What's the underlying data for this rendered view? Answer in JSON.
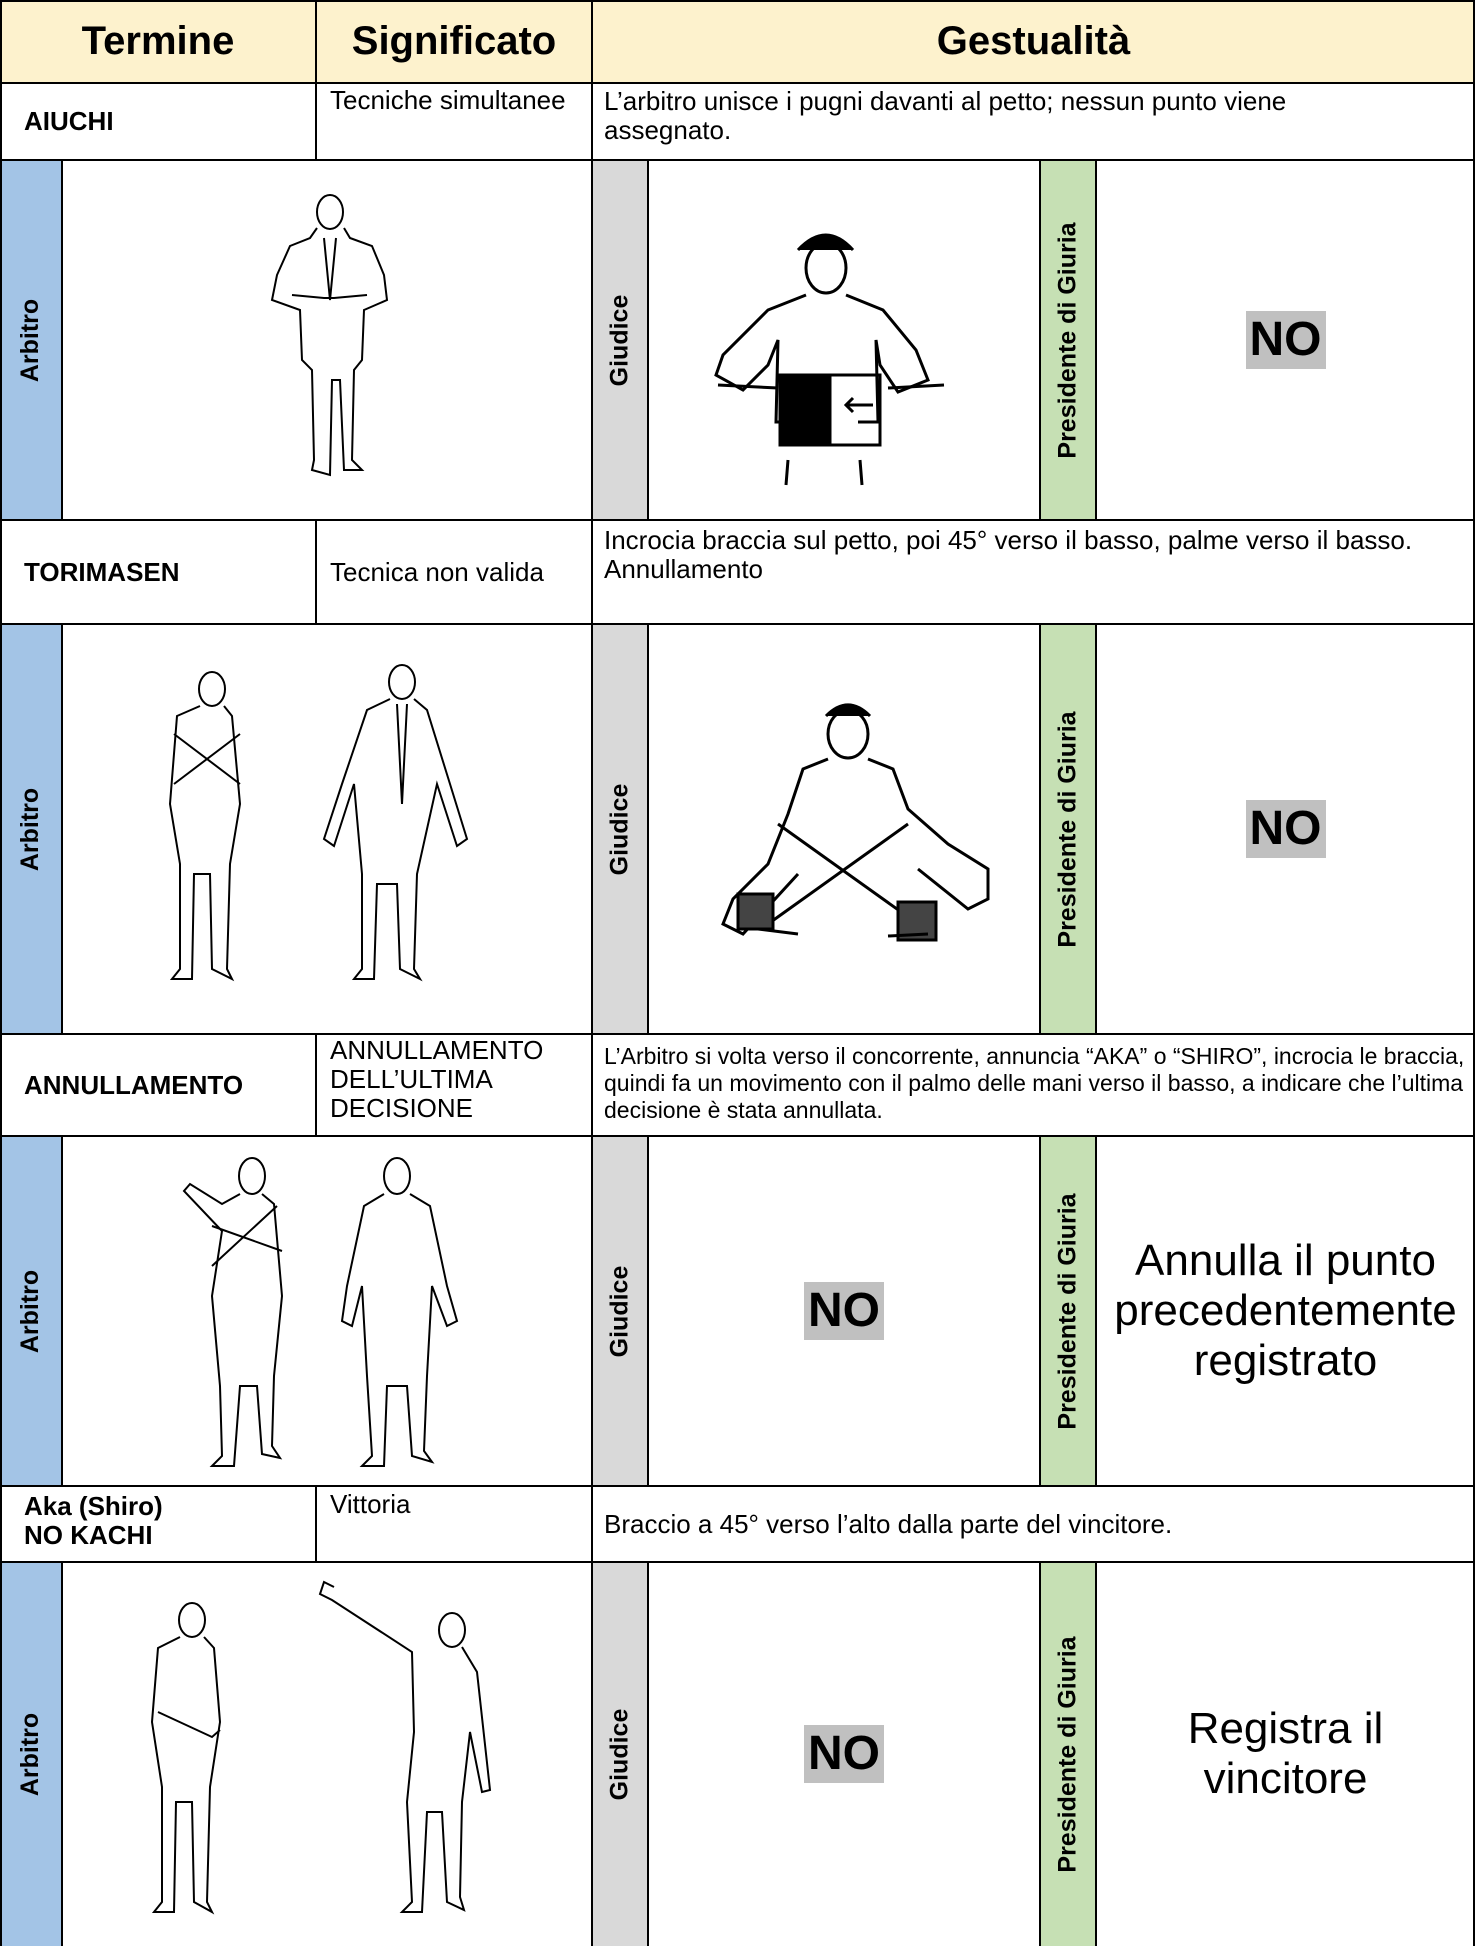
{
  "header": {
    "termine": "Termine",
    "significato": "Significato",
    "gestualita": "Gestualità"
  },
  "labels": {
    "arbitro": "Arbitro",
    "giudice": "Giudice",
    "presidente": "Presidente di Giuria",
    "no": "NO"
  },
  "rows": [
    {
      "term": "AIUCHI",
      "meaning": "Tecniche simultanee",
      "description": "L’arbitro unisce i pugni davanti al petto; nessun punto viene assegnato.",
      "giudice": "figure",
      "presidente": "NO"
    },
    {
      "term": "TORIMASEN",
      "meaning": "Tecnica non valida",
      "description_lines": [
        "Incrocia braccia sul petto, poi 45° verso il basso, palme verso il basso.",
        "Annullamento"
      ],
      "giudice": "figure",
      "presidente": "NO"
    },
    {
      "term": "ANNULLAMENTO",
      "meaning": "ANNULLAMENTO DELL’ULTIMA DECISIONE",
      "description": "L’Arbitro si volta verso il concorrente, annuncia “AKA” o “SHIRO”, incrocia le braccia, quindi fa un movimento con il palmo delle mani verso il basso, a indicare che l’ultima decisione è stata annullata.",
      "giudice": "NO",
      "presidente": "Annulla il punto precedentemente registrato"
    },
    {
      "term_lines": [
        "Aka (Shiro)",
        "NO KACHI"
      ],
      "meaning": "Vittoria",
      "description": "Braccio a 45° verso l’alto dalla parte del vincitore.",
      "giudice": "NO",
      "presidente": "Registra il vincitore"
    }
  ]
}
